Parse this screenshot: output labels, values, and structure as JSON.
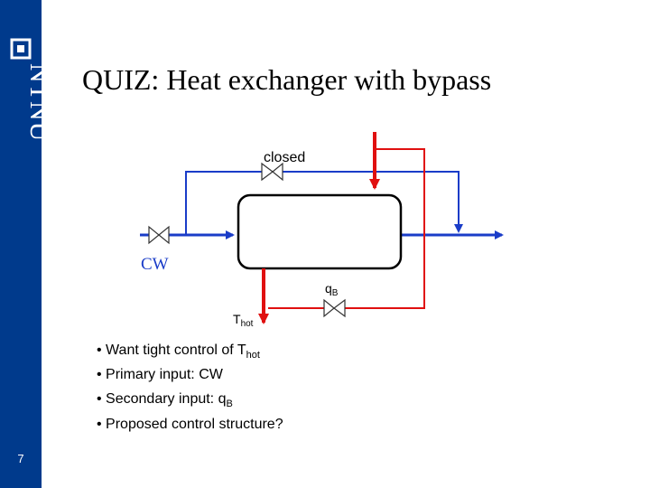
{
  "branding": {
    "logo_text": "NTNU",
    "sidebar_color": "#003a8c"
  },
  "slide": {
    "title": "QUIZ: Heat exchanger with bypass",
    "page_number": "7"
  },
  "diagram": {
    "bypass_valve_label": "closed",
    "cold_stream_label": "CW",
    "hot_bypass_label": "q",
    "hot_bypass_label_sub": "B",
    "hot_outlet_label": "T",
    "hot_outlet_label_sub": "hot",
    "colors": {
      "cold_stream": "#1a3cc8",
      "hot_stream": "#e01010",
      "valve": "#333333"
    }
  },
  "bullets": [
    {
      "prefix": "• Want tight control of T",
      "sub": "hot"
    },
    {
      "prefix": "• Primary input: CW",
      "sub": ""
    },
    {
      "prefix": "• Secondary input: q",
      "sub": "B"
    },
    {
      "prefix": "• Proposed control structure?",
      "sub": ""
    }
  ]
}
